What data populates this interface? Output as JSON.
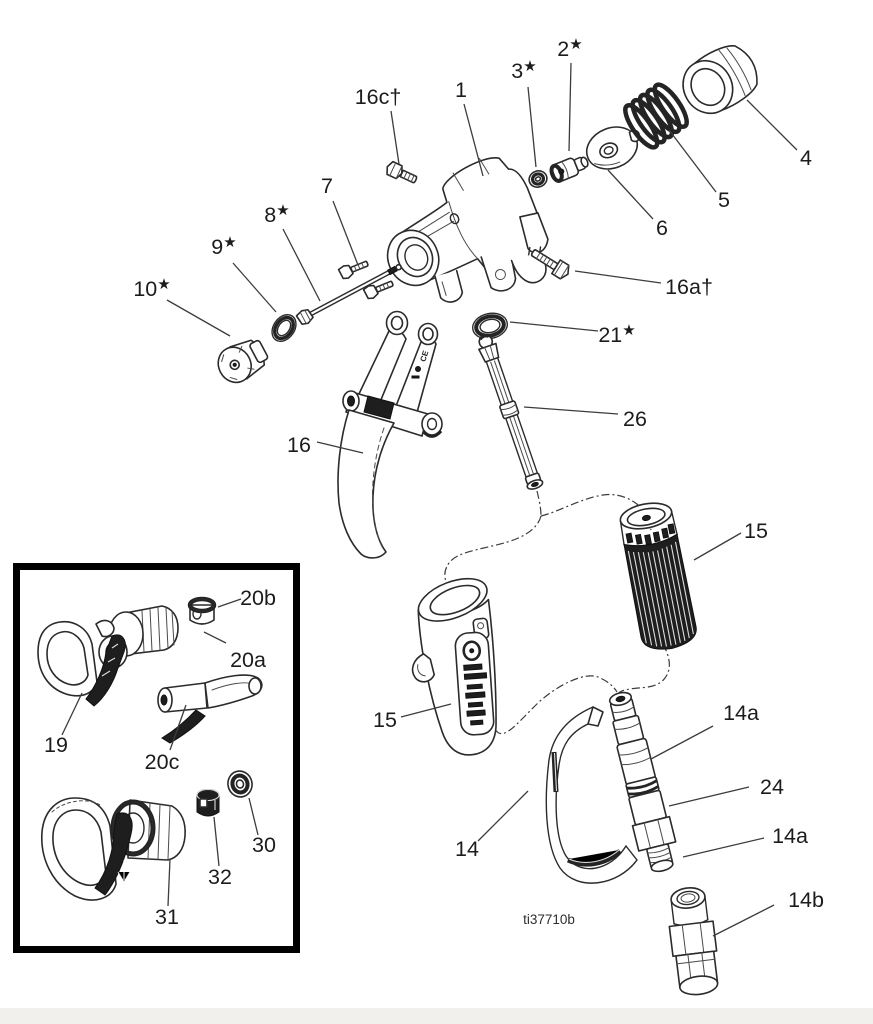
{
  "figure": {
    "drawing_id": "ti37710b",
    "trigger_ce_mark": "CE",
    "background_color": "#ffffff",
    "line_color": "#2b2b2b",
    "dark_fill_color": "#1e1e1e",
    "footer_band_color": "#f1f0ec",
    "inset_border_color": "#000000"
  },
  "callouts": {
    "n1": {
      "t": "1",
      "s": ""
    },
    "n2": {
      "t": "2",
      "s": "★"
    },
    "n3": {
      "t": "3",
      "s": "★"
    },
    "n4": {
      "t": "4",
      "s": ""
    },
    "n5": {
      "t": "5",
      "s": ""
    },
    "n6": {
      "t": "6",
      "s": ""
    },
    "n7": {
      "t": "7",
      "s": ""
    },
    "n8": {
      "t": "8",
      "s": "★"
    },
    "n9": {
      "t": "9",
      "s": "★"
    },
    "n10": {
      "t": "10",
      "s": "★"
    },
    "n14": {
      "t": "14",
      "s": ""
    },
    "n14a_upper": {
      "t": "14a",
      "s": ""
    },
    "n14a_lower": {
      "t": "14a",
      "s": ""
    },
    "n14b": {
      "t": "14b",
      "s": ""
    },
    "n15_handle": {
      "t": "15",
      "s": ""
    },
    "n15_filter": {
      "t": "15",
      "s": ""
    },
    "n16": {
      "t": "16",
      "s": ""
    },
    "n16a": {
      "t": "16a†",
      "s": ""
    },
    "n16c": {
      "t": "16c†",
      "s": ""
    },
    "n19": {
      "t": "19",
      "s": ""
    },
    "n20a": {
      "t": "20a",
      "s": ""
    },
    "n20b": {
      "t": "20b",
      "s": ""
    },
    "n20c": {
      "t": "20c",
      "s": ""
    },
    "n21": {
      "t": "21",
      "s": "★"
    },
    "n24": {
      "t": "24",
      "s": ""
    },
    "n26": {
      "t": "26",
      "s": ""
    },
    "n30": {
      "t": "30",
      "s": ""
    },
    "n31": {
      "t": "31",
      "s": ""
    },
    "n32": {
      "t": "32",
      "s": ""
    }
  }
}
